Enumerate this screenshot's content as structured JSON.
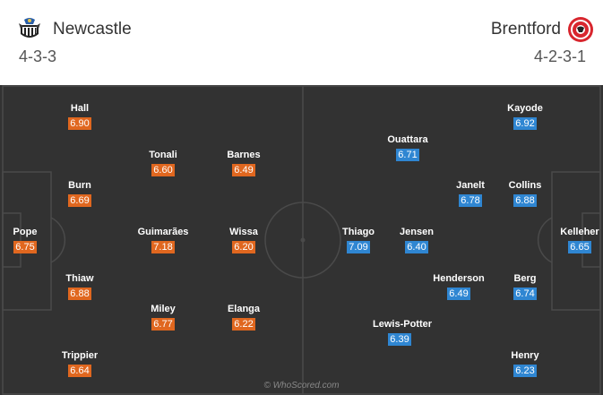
{
  "home": {
    "name": "Newcastle",
    "formation": "4-3-3",
    "crest_icon": "newcastle-crest-icon",
    "rating_color": "#e0671f",
    "players": [
      {
        "name": "Hall",
        "rating": "6.90"
      },
      {
        "name": "Tonali",
        "rating": "6.60"
      },
      {
        "name": "Barnes",
        "rating": "6.49"
      },
      {
        "name": "Burn",
        "rating": "6.69"
      },
      {
        "name": "Pope",
        "rating": "6.75"
      },
      {
        "name": "Guimarães",
        "rating": "7.18"
      },
      {
        "name": "Wissa",
        "rating": "6.20"
      },
      {
        "name": "Thiaw",
        "rating": "6.88"
      },
      {
        "name": "Miley",
        "rating": "6.77"
      },
      {
        "name": "Elanga",
        "rating": "6.22"
      },
      {
        "name": "Trippier",
        "rating": "6.64"
      }
    ]
  },
  "away": {
    "name": "Brentford",
    "formation": "4-2-3-1",
    "crest_icon": "brentford-crest-icon",
    "rating_color": "#2f86d2",
    "players": [
      {
        "name": "Kayode",
        "rating": "6.92"
      },
      {
        "name": "Ouattara",
        "rating": "6.71"
      },
      {
        "name": "Janelt",
        "rating": "6.78"
      },
      {
        "name": "Collins",
        "rating": "6.88"
      },
      {
        "name": "Thiago",
        "rating": "7.09"
      },
      {
        "name": "Jensen",
        "rating": "6.40"
      },
      {
        "name": "Kelleher",
        "rating": "6.65"
      },
      {
        "name": "Henderson",
        "rating": "6.49"
      },
      {
        "name": "Berg",
        "rating": "6.74"
      },
      {
        "name": "Lewis-Potter",
        "rating": "6.39"
      },
      {
        "name": "Henry",
        "rating": "6.23"
      }
    ]
  },
  "watermark": "© WhoScored.com"
}
